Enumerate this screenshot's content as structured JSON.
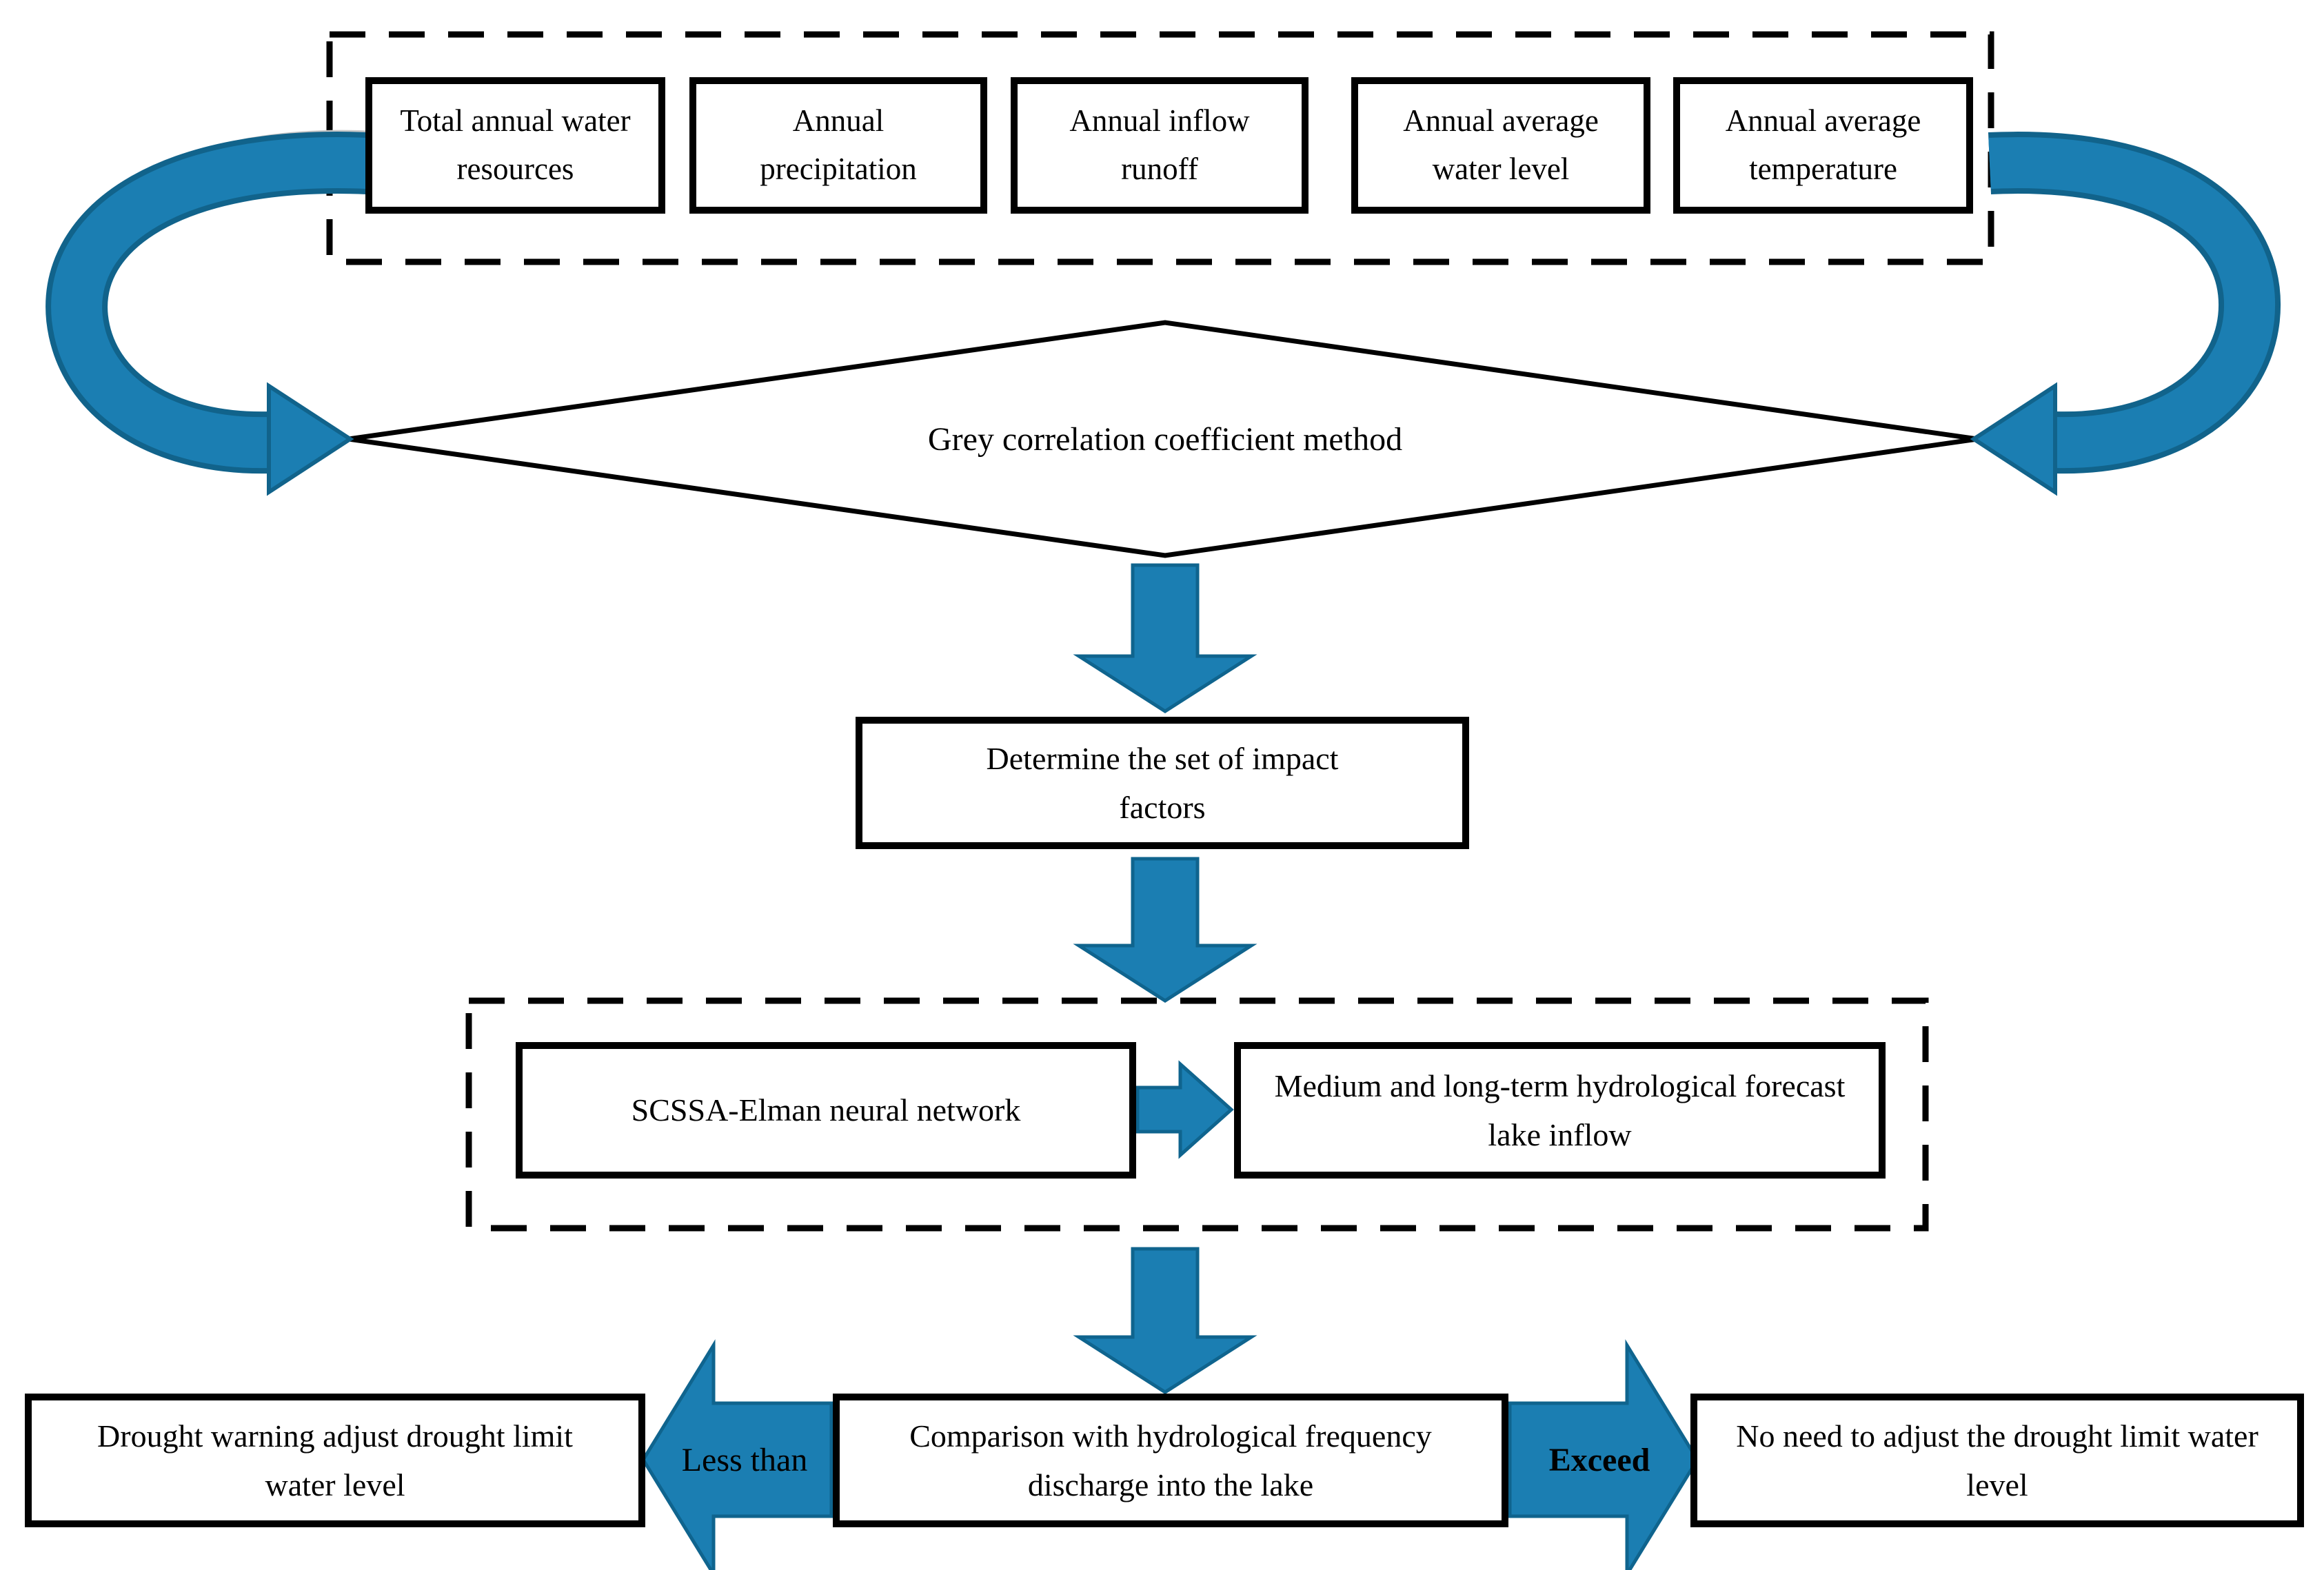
{
  "diagram": {
    "title_hint": "Drought limit water level adjustment flowchart",
    "factors": [
      "Total annual water resources",
      "Annual precipitation",
      "Annual inflow runoff",
      "Annual average water level",
      "Annual average temperature"
    ],
    "method_diamond": "Grey correlation coefficient method",
    "determine_box": "Determine the set of impact factors",
    "model_box": "SCSSA-Elman neural network",
    "forecast_box": "Medium and long-term hydrological forecast lake inflow",
    "comparison_box": "Comparison with hydrological frequency discharge into the lake",
    "less_branch_label": "Less than",
    "exceed_branch_label": "Exceed",
    "less_result_box": "Drought warning adjust drought limit water level",
    "exceed_result_box": "No need to adjust the drought limit water level",
    "colors": {
      "arrow_blue": "#1b7eb2",
      "arrow_blue_dark": "#0f648e",
      "curve_edge_dark": "#11638b",
      "curve_highlight_gray": "#c6c6c6",
      "line_black": "#000000",
      "background": "#ffffff"
    }
  }
}
